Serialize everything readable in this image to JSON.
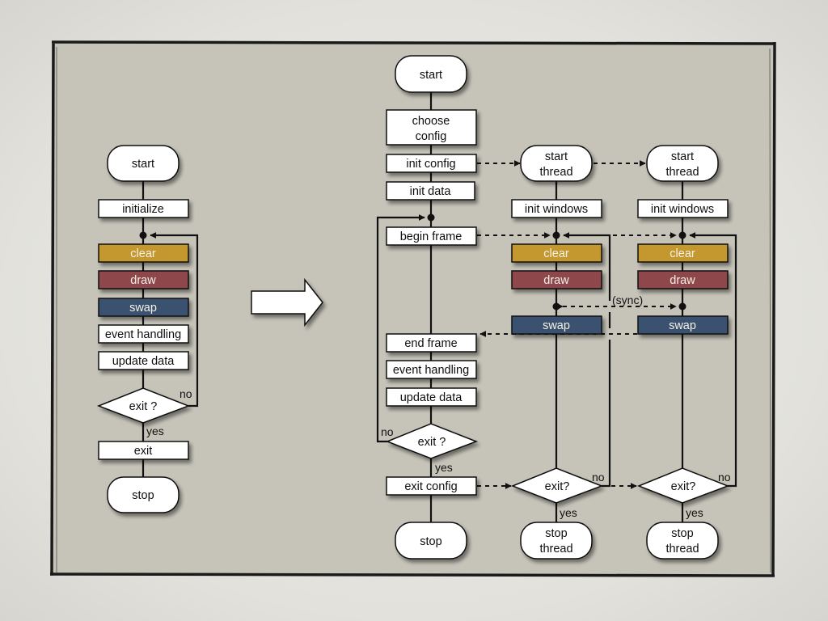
{
  "colors": {
    "frame_bg": "#c6c4b9",
    "clear": "#c4982e",
    "draw": "#8e464c",
    "swap": "#3a5170",
    "box": "#ffffff",
    "line": "#111111"
  },
  "left_flow": {
    "start": "start",
    "initialize": "initialize",
    "clear": "clear",
    "draw": "draw",
    "swap": "swap",
    "event_handling": "event handling",
    "update_data": "update data",
    "decision": "exit ?",
    "no_label": "no",
    "yes_label": "yes",
    "exit": "exit",
    "stop": "stop"
  },
  "transform_arrow": "right-arrow",
  "main_flow": {
    "start": "start",
    "choose_config": [
      "choose",
      "config"
    ],
    "init_config": "init config",
    "init_data": "init data",
    "begin_frame": "begin frame",
    "end_frame": "end frame",
    "event_handling": "event handling",
    "update_data": "update data",
    "decision": "exit ?",
    "no_label": "no",
    "yes_label": "yes",
    "exit_config": "exit config",
    "stop": "stop"
  },
  "threads": [
    {
      "start": [
        "start",
        "thread"
      ],
      "init_windows": "init windows",
      "clear": "clear",
      "draw": "draw",
      "swap": "swap",
      "decision": "exit?",
      "no_label": "no",
      "yes_label": "yes",
      "stop": [
        "stop",
        "thread"
      ]
    },
    {
      "start": [
        "start",
        "thread"
      ],
      "init_windows": "init windows",
      "clear": "clear",
      "draw": "draw",
      "swap": "swap",
      "decision": "exit?",
      "no_label": "no",
      "yes_label": "yes",
      "stop": [
        "stop",
        "thread"
      ]
    }
  ],
  "sync_label": "(sync)"
}
